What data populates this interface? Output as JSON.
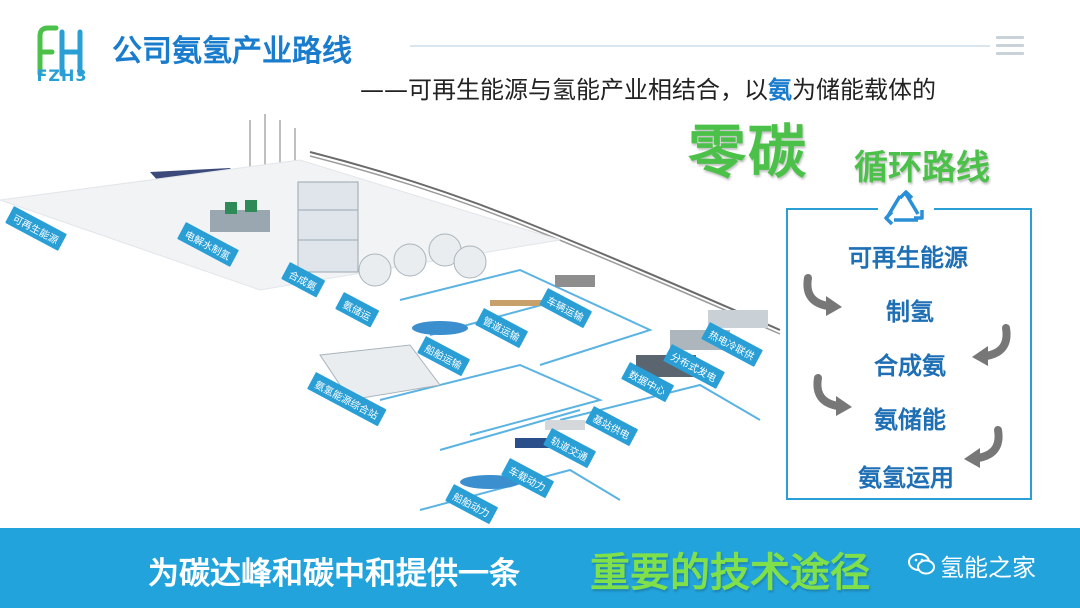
{
  "header": {
    "logo_text": "FZH3",
    "title": "公司氨氢产业路线",
    "subtitle_prefix": "——可再生能源与氢能产业相结合，以",
    "subtitle_highlight": "氨",
    "subtitle_suffix": "为储能载体的",
    "big_text": "零碳",
    "big_text_suffix": "循环路线"
  },
  "cycle": {
    "icon": "recycle-icon",
    "items": [
      "可再生能源",
      "制氢",
      "合成氨",
      "氨储能",
      "氨氢运用"
    ]
  },
  "diagram": {
    "labels": [
      "可再生能源",
      "电解水制氢",
      "合成氨",
      "氨储运",
      "船舶运输",
      "管道运输",
      "车辆运输",
      "氨氢能源综合站",
      "热电冷联供",
      "分布式发电",
      "数据中心",
      "基站供电",
      "轨道交通",
      "车载动力",
      "船舶动力"
    ],
    "station_sign": "氨氢能源综合站"
  },
  "banner": {
    "main_text": "为碳达峰和碳中和提供一条",
    "highlight_text": "重要的技术途径",
    "brand": "氢能之家",
    "brand_icon": "wechat-icon"
  },
  "colors": {
    "primary_blue": "#1a7ccc",
    "banner_blue": "#23a3dc",
    "green": "#4cc14a",
    "light_green": "#7fe04a"
  }
}
